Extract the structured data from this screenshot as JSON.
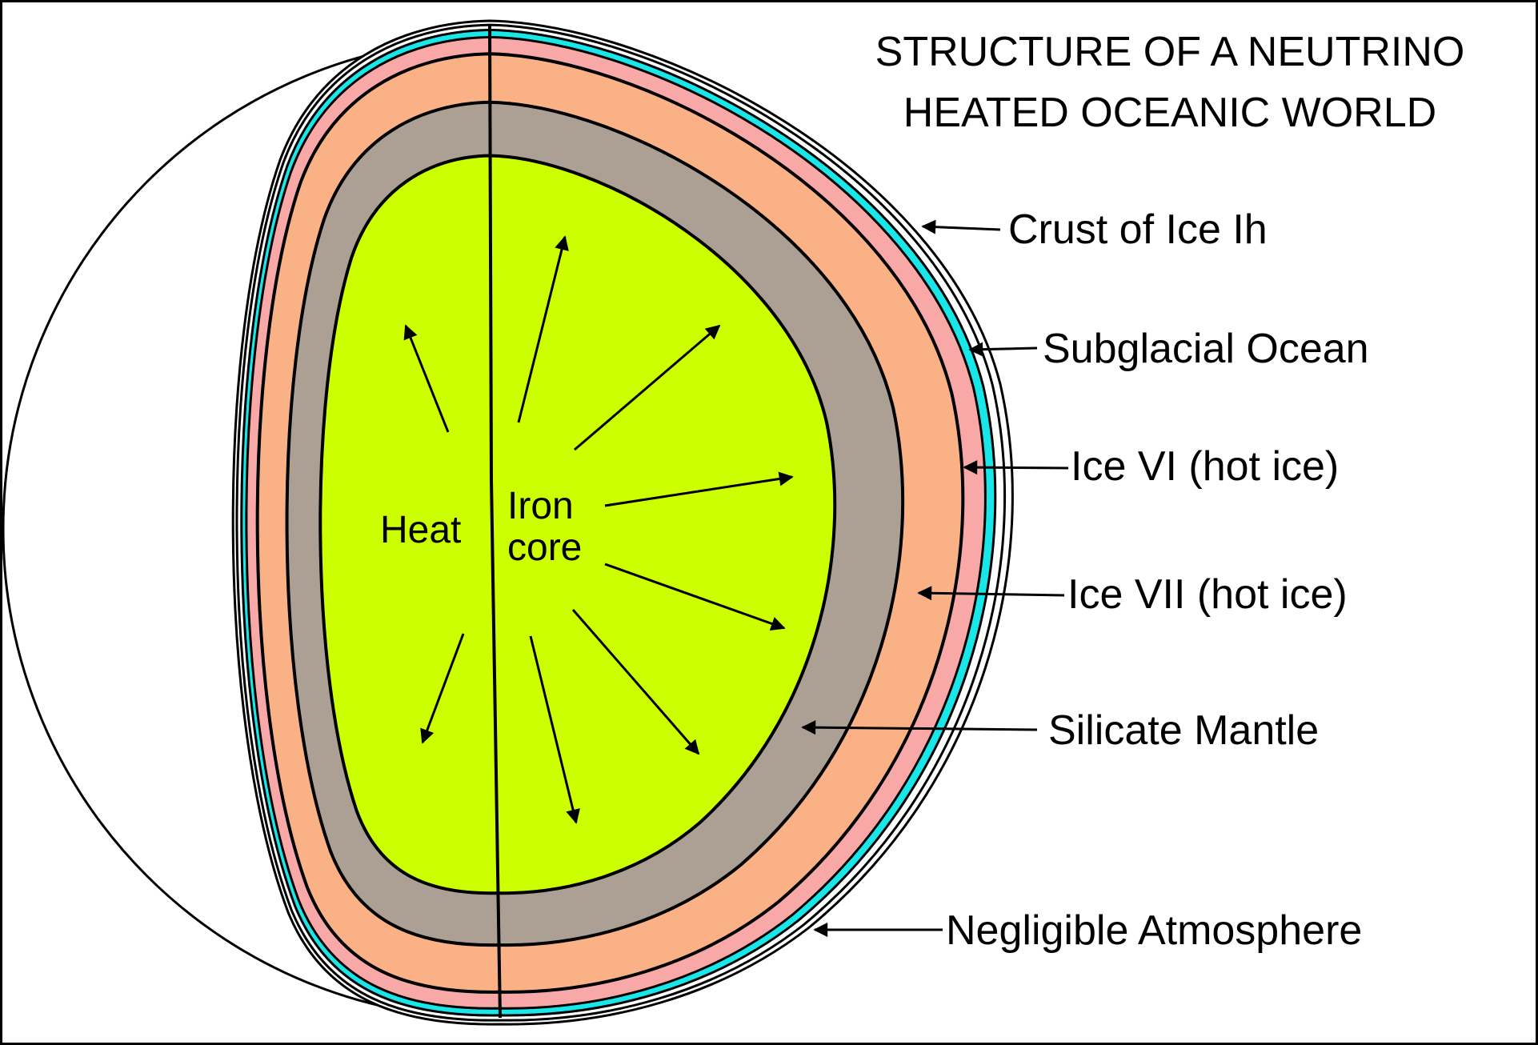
{
  "title": {
    "line1": "STRUCTURE OF A NEUTRINO",
    "line2": "HEATED OCEANIC WORLD"
  },
  "labels": {
    "crust": "Crust of Ice Ih",
    "ocean": "Subglacial Ocean",
    "ice_vi": "Ice VI (hot ice)",
    "ice_vii": "Ice VII (hot ice)",
    "mantle": "Silicate Mantle",
    "atmosphere": "Negligible Atmosphere"
  },
  "core_text": {
    "heat": "Heat",
    "iron_line1": "Iron",
    "iron_line2": "core"
  },
  "colors": {
    "ocean": "#19e6e8",
    "ice_vi": "#f9a8a8",
    "ice_vii": "#fbb186",
    "mantle": "#aca094",
    "core": "#ccff00",
    "line": "#000000",
    "background": "#ffffff"
  }
}
